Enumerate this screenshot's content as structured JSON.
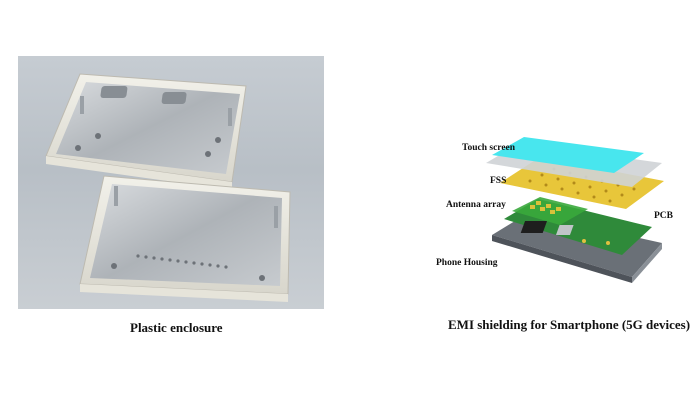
{
  "left_figure": {
    "caption": "Plastic enclosure"
  },
  "right_figure": {
    "caption": "EMI shielding for Smartphone (5G devices)",
    "layers": [
      {
        "label": "Touch screen",
        "color": "#48e6ee"
      },
      {
        "label": "FSS",
        "color": "#e8c63a"
      },
      {
        "label": "Antenna array",
        "color": "#3aa83c"
      },
      {
        "label": "PCB",
        "color": "#2f8a3a"
      },
      {
        "label": "Phone Housing",
        "color": "#5e646c"
      }
    ]
  }
}
